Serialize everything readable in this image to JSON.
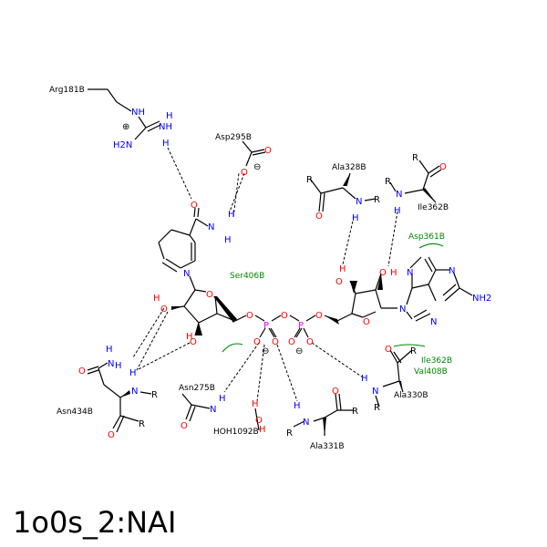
{
  "title": "1o0s_2:NAI",
  "colors": {
    "bond": "#000000",
    "oxygen": "#ff0000",
    "nitrogen": "#0000ff",
    "phosphorus": "#ff00ff",
    "hydrophobic": "#008800",
    "hbond": "#000000"
  },
  "residues": {
    "arg181": "Arg181B",
    "asp295": "Asp295B",
    "ala328": "Ala328B",
    "ile362_top": "Ile362B",
    "asp361": "Asp361B",
    "ser406": "Ser406B",
    "asn434": "Asn434B",
    "asn275": "Asn275B",
    "hoh1092": "HOH1092B",
    "ala331": "Ala331B",
    "ala330": "Ala330B",
    "ile362_hyd": "Ile362B",
    "val408": "Val408B"
  },
  "atoms": {
    "N": "N",
    "NH": "NH",
    "NH2": "NH2",
    "H2N": "H2N",
    "H": "H",
    "O": "O",
    "OH_left": "HO",
    "OH_right": "OH",
    "P": "P",
    "R": "R",
    "plus": "⊕",
    "minus": "⊖"
  }
}
